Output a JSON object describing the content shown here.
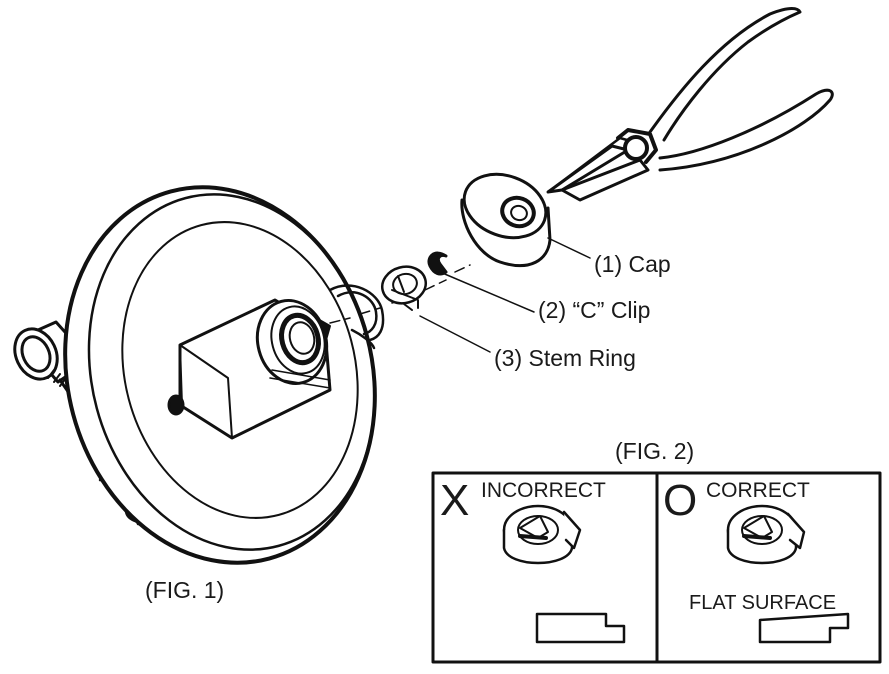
{
  "fig1": {
    "caption": "(FIG. 1)",
    "parts": [
      {
        "id": "cap",
        "label": "(1) Cap"
      },
      {
        "id": "c-clip",
        "label": "(2) “C” Clip"
      },
      {
        "id": "stem-ring",
        "label": "(3) Stem Ring"
      }
    ]
  },
  "fig2": {
    "caption": "(FIG. 2)",
    "incorrect": {
      "mark": "X",
      "label": "INCORRECT"
    },
    "correct": {
      "mark": "O",
      "label": "CORRECT",
      "note": "FLAT SURFACE"
    }
  }
}
